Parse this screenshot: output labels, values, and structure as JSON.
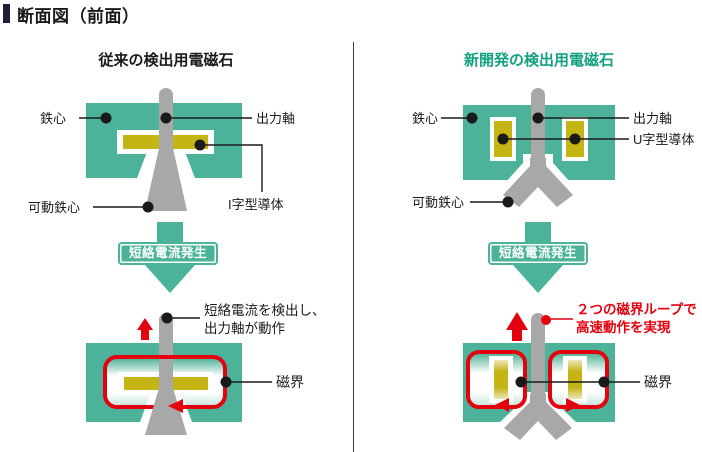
{
  "header": {
    "title": "断面図（前面）"
  },
  "palette": {
    "teal": "#4cb39a",
    "conductor_yellow": "#c4b414",
    "shaft_gray": "#a8a8a8",
    "field_red": "#e3000f",
    "new_title_green": "#14a17f",
    "text_black": "#1a1a1a",
    "header_bar_navy": "#1e1e38"
  },
  "left": {
    "title": "従来の検出用電磁石",
    "labels": {
      "iron_core": "鉄心",
      "output_shaft": "出力軸",
      "movable_core": "可動鉄心",
      "conductor": "I字型導体"
    },
    "badge": "短絡電流発生",
    "note_line1": "短絡電流を検出し、",
    "note_line2": "出力軸が動作",
    "field_label": "磁界"
  },
  "right": {
    "title": "新開発の検出用電磁石",
    "labels": {
      "iron_core": "鉄心",
      "output_shaft": "出力軸",
      "movable_core": "可動鉄心",
      "conductor": "U字型導体"
    },
    "badge": "短絡電流発生",
    "note_line1": "２つの磁界ループで",
    "note_line2": "高速動作を実現",
    "field_label": "磁界"
  }
}
